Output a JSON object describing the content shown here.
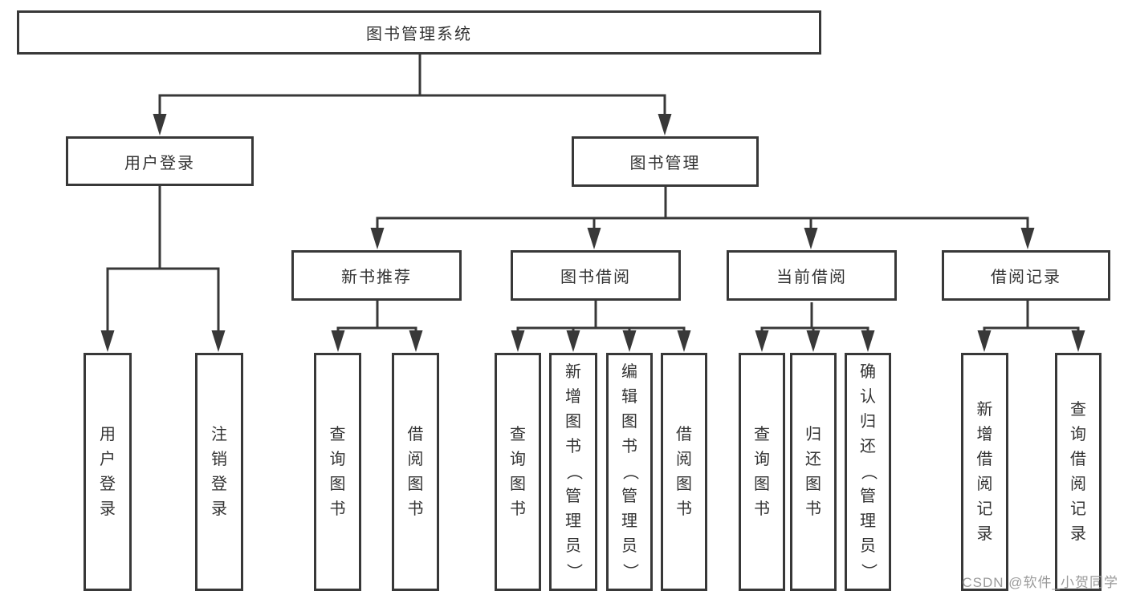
{
  "tree": {
    "root": {
      "label": "图书管理系统"
    },
    "children": [
      {
        "label": "用户登录",
        "children": [
          {
            "label": "用户登录"
          },
          {
            "label": "注销登录"
          }
        ]
      },
      {
        "label": "图书管理",
        "children": [
          {
            "label": "新书推荐",
            "children": [
              {
                "label": "查询图书"
              },
              {
                "label": "借阅图书"
              }
            ]
          },
          {
            "label": "图书借阅",
            "children": [
              {
                "label": "查询图书"
              },
              {
                "label": "新增图书（管理员）"
              },
              {
                "label": "编辑图书（管理员）"
              },
              {
                "label": "借阅图书"
              }
            ]
          },
          {
            "label": "当前借阅",
            "children": [
              {
                "label": "查询图书"
              },
              {
                "label": "归还图书"
              },
              {
                "label": "确认归还（管理员）"
              }
            ]
          },
          {
            "label": "借阅记录",
            "children": [
              {
                "label": "新增借阅记录"
              },
              {
                "label": "查询借阅记录"
              }
            ]
          }
        ]
      }
    ]
  },
  "watermark": {
    "text": "CSDN @软件_小贺同学"
  },
  "colors": {
    "line": "#383838",
    "text": "#333333",
    "watermark": "#9a9a9a",
    "background": "#ffffff"
  }
}
